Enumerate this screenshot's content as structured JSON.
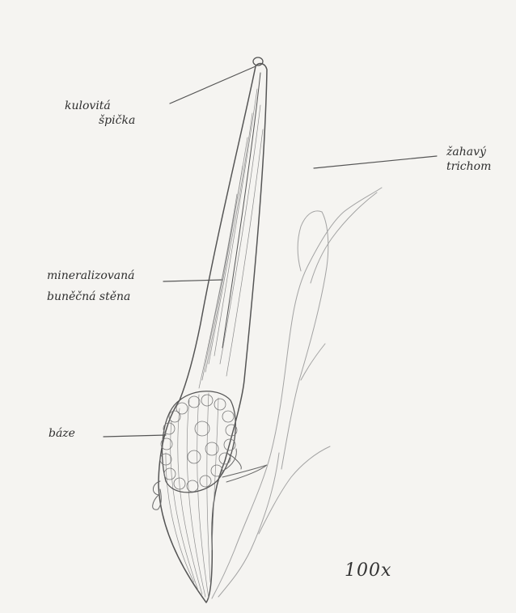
{
  "labels": {
    "tip_line1": "kulovitá",
    "tip_line2": "špička",
    "trichome_line1": "žahavý",
    "trichome_line2": "trichom",
    "wall_line1": "mineralizovaná",
    "wall_line2": "buněčná stěna",
    "base": "báze",
    "magnification": "100x"
  },
  "colors": {
    "pencil": "#555555",
    "pencil_light": "#9a9a9a",
    "paper": "#f5f4f1"
  }
}
